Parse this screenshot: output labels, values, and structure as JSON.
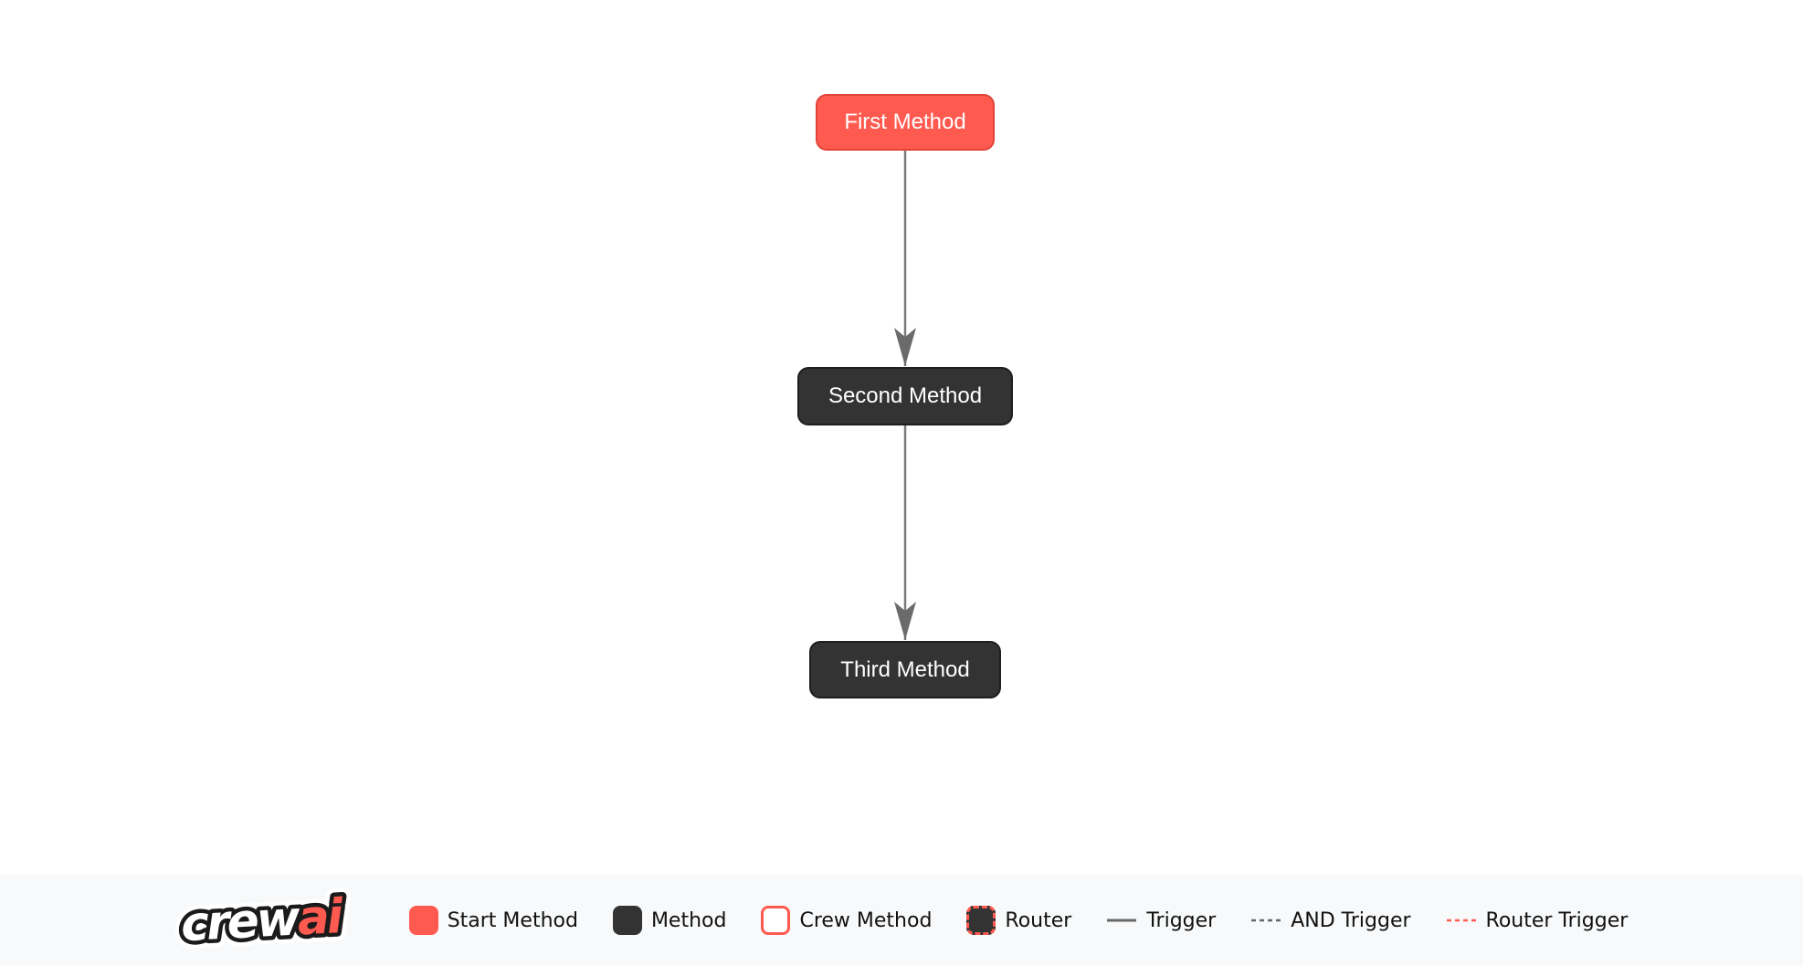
{
  "page": {
    "background": "#ffffff",
    "legend_background": "#f8f9fa"
  },
  "diagram": {
    "nodes": [
      {
        "id": "first",
        "label": "First Method",
        "type": "start-method",
        "fill": "#FF5A50",
        "border": "#E0443A",
        "text_color": "#ffffff"
      },
      {
        "id": "second",
        "label": "Second Method",
        "type": "method",
        "fill": "#333333",
        "border": "#1F1F1F",
        "text_color": "#ffffff"
      },
      {
        "id": "third",
        "label": "Third Method",
        "type": "method",
        "fill": "#333333",
        "border": "#1F1F1F",
        "text_color": "#ffffff"
      }
    ],
    "edges": [
      {
        "from": "First Method",
        "to": "Second Method",
        "type": "trigger",
        "color": "#757575"
      },
      {
        "from": "Second Method",
        "to": "Third Method",
        "type": "trigger",
        "color": "#757575"
      }
    ]
  },
  "legend": {
    "brand": {
      "word1": "crew",
      "word2": "ai",
      "word1_color": "#ffffff",
      "word2_color": "#FF5A50",
      "outline_color": "#1b1b1b"
    },
    "items": [
      {
        "label": "Start Method",
        "swatch": "start-method-swatch",
        "color": "#FF5A50"
      },
      {
        "label": "Method",
        "swatch": "method-swatch",
        "color": "#333333"
      },
      {
        "label": "Crew Method",
        "swatch": "crew-method-swatch",
        "color": "#FF5A50"
      },
      {
        "label": "Router",
        "swatch": "router-swatch",
        "color": "#FF5A50"
      },
      {
        "label": "Trigger",
        "swatch": "trigger-line",
        "color": "#666666"
      },
      {
        "label": "AND Trigger",
        "swatch": "and-trigger-line",
        "color": "#666666"
      },
      {
        "label": "Router Trigger",
        "swatch": "router-trigger-line",
        "color": "#FF5A50"
      }
    ]
  }
}
